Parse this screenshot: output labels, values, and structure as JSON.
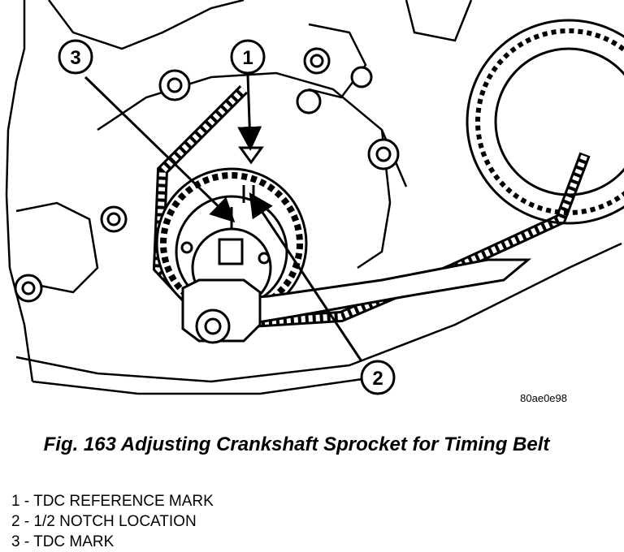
{
  "figure": {
    "image_code": "80ae0e98",
    "caption": "Fig. 163 Adjusting Crankshaft Sprocket for Timing Belt",
    "callouts": [
      {
        "number": "1",
        "label": "TDC REFERENCE MARK"
      },
      {
        "number": "2",
        "label": "1/2 NOTCH LOCATION"
      },
      {
        "number": "3",
        "label": "TDC MARK"
      }
    ],
    "legend": [
      "1 - TDC REFERENCE MARK",
      "2 - 1/2 NOTCH LOCATION",
      "3 - TDC MARK"
    ]
  }
}
